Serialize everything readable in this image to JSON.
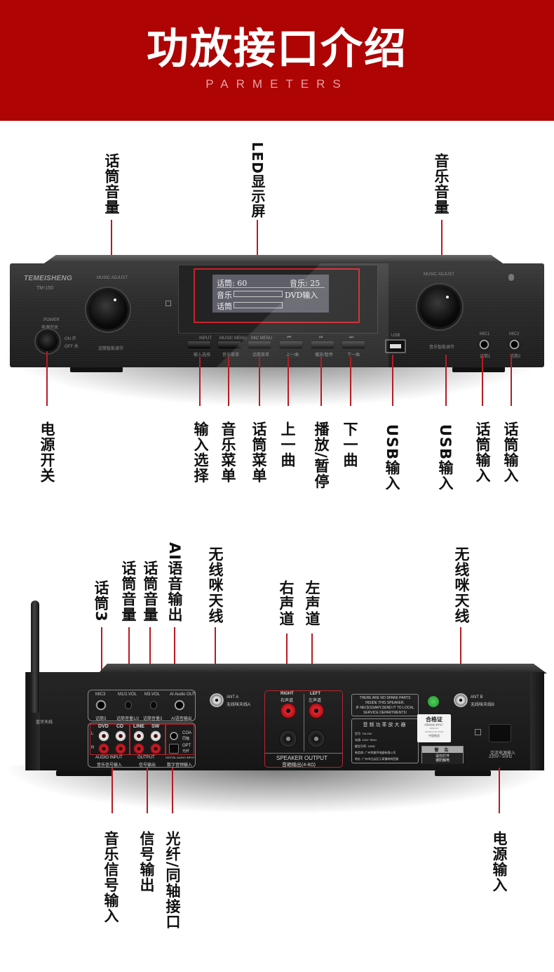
{
  "header": {
    "title": "功放接口介绍",
    "subtitle": "PARMETERS",
    "background_color": "#ae0404"
  },
  "accent_line_color": "#b51c22",
  "front_panel": {
    "brand": "TEMEISHENG",
    "model": "TM-150",
    "left_knob_caption": "MUSIC ADJUST",
    "left_knob_sub": "话筒智能调节",
    "right_knob_caption": "MUSIC ADJUST",
    "right_knob_sub": "音乐智能调节",
    "power_label": "POWER",
    "power_label_cn": "电源开关",
    "power_on": "ON 开",
    "power_off": "OFF 关",
    "usb_label": "USB",
    "mic1_label": "MIC1",
    "mic1_cn": "话筒1",
    "mic2_label": "MIC2",
    "mic2_cn": "话筒2",
    "lcd": {
      "mic_value_label": "话筒: 60",
      "music_value_label": "音乐: 25",
      "row_music": "音乐",
      "row_mic": "话筒",
      "input_mode": "DVD输入"
    },
    "buttons": [
      {
        "top": "INPUT",
        "bottom": "输入选择"
      },
      {
        "top": "MUSIC MENU",
        "bottom": "音乐菜单"
      },
      {
        "top": "MIC MENU",
        "bottom": "话筒菜单"
      },
      {
        "top": "⏮",
        "bottom": "上一曲"
      },
      {
        "top": "⏯",
        "bottom": "播放/暂停"
      },
      {
        "top": "⏭",
        "bottom": "下一曲"
      }
    ],
    "callouts_top": [
      "话筒音量",
      "LED显示屏",
      "音乐音量"
    ],
    "callouts_bottom": [
      "电源开关",
      "输入选择",
      "音乐菜单",
      "话筒菜单",
      "上一曲",
      "播放/暂停",
      "下一曲",
      "USB输入",
      "USB输入",
      "话筒输入",
      "话筒输入"
    ]
  },
  "back_panel": {
    "bt_antenna": "蓝牙天线",
    "mic3": "MIC3",
    "mic3_cn": "话筒3",
    "m12vol": "M1/2.VOL",
    "m12vol_cn": "话筒音量1/2",
    "m3vol": "M3.VOL",
    "m3vol_cn": "话筒音量3",
    "ai_out": "AI Audio OUT",
    "ai_out_cn": "AI语音输出",
    "ant_a": "ANT A",
    "ant_a_cn": "无线咪天线A",
    "ant_b": "ANT B",
    "ant_b_cn": "无线咪天线B",
    "rca_groups": [
      "DVD",
      "CD",
      "LINE",
      "SW"
    ],
    "ch_l": "L",
    "ch_r": "R",
    "coa": "COA",
    "coa_cn": "同轴",
    "opt": "OPT",
    "opt_cn": "光纤",
    "audio_input": "AUDIO INPUT",
    "audio_input_cn": "音乐信号输入",
    "output": "OUTPUT",
    "output_cn": "信号输出",
    "digital_input": "DIGITAL AUDIO INPUT",
    "digital_input_cn": "数字音频输入",
    "right": "RIGHT",
    "right_cn": "右声道",
    "left": "LEFT",
    "left_cn": "左声道",
    "speaker_output": "SPEAKER OUTPUT",
    "speaker_output_cn": "音箱输出(4-8Ω)",
    "warning_en": [
      "THERE ARE NO SPARE PARTS",
      "INSIDE THIS SPEAKER.",
      "IF NECESSARY,SEND IT TO LOCAL",
      "SERVICE DEPARTMENTS!"
    ],
    "plate_title": "音频功率放大器",
    "plate_rows": [
      "型号:  TM-150",
      "电源:  220V~50Hz",
      "额定功率:  150W",
      "制造商: 广州特美声电器有限公司",
      "地址: 广州市白云区江高镇南岗西路"
    ],
    "cert_title": "合格证",
    "cert_lines": [
      "检验员: 01",
      "对照验合格  准予出厂",
      "D00A11",
      "0220A1115-0500",
      "中国制造"
    ],
    "warn_title": "警  告",
    "warn_text": [
      "请勿打开",
      "谨防触电"
    ],
    "ac_label": "交流电源输入",
    "ac_spec": "220V~ 50Hz",
    "callouts_top": [
      "话筒3",
      "话筒音量",
      "话筒音量",
      "AI语音输出",
      "无线咪天线",
      "右声道",
      "左声道",
      "无线咪天线"
    ],
    "callouts_bottom": [
      "音乐信号输入",
      "信号输出",
      "光纤/同轴接口",
      "电源输入"
    ]
  }
}
